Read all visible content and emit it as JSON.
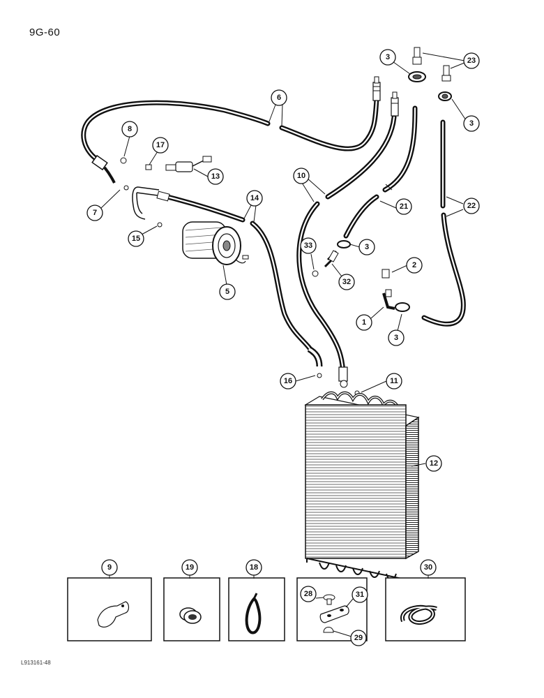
{
  "page": {
    "code": "9G-60",
    "figure_code": "L913161-48"
  },
  "callouts": {
    "c1": "1",
    "c2": "2",
    "c3a": "3",
    "c3b": "3",
    "c3c": "3",
    "c3d": "3",
    "c5": "5",
    "c6": "6",
    "c7": "7",
    "c8": "8",
    "c9": "9",
    "c10": "10",
    "c11": "11",
    "c12": "12",
    "c13": "13",
    "c14": "14",
    "c15": "15",
    "c16": "16",
    "c17": "17",
    "c18": "18",
    "c19": "19",
    "c21": "21",
    "c22": "22",
    "c23": "23",
    "c28": "28",
    "c29": "29",
    "c30": "30",
    "c31": "31",
    "c32": "32",
    "c33": "33"
  }
}
